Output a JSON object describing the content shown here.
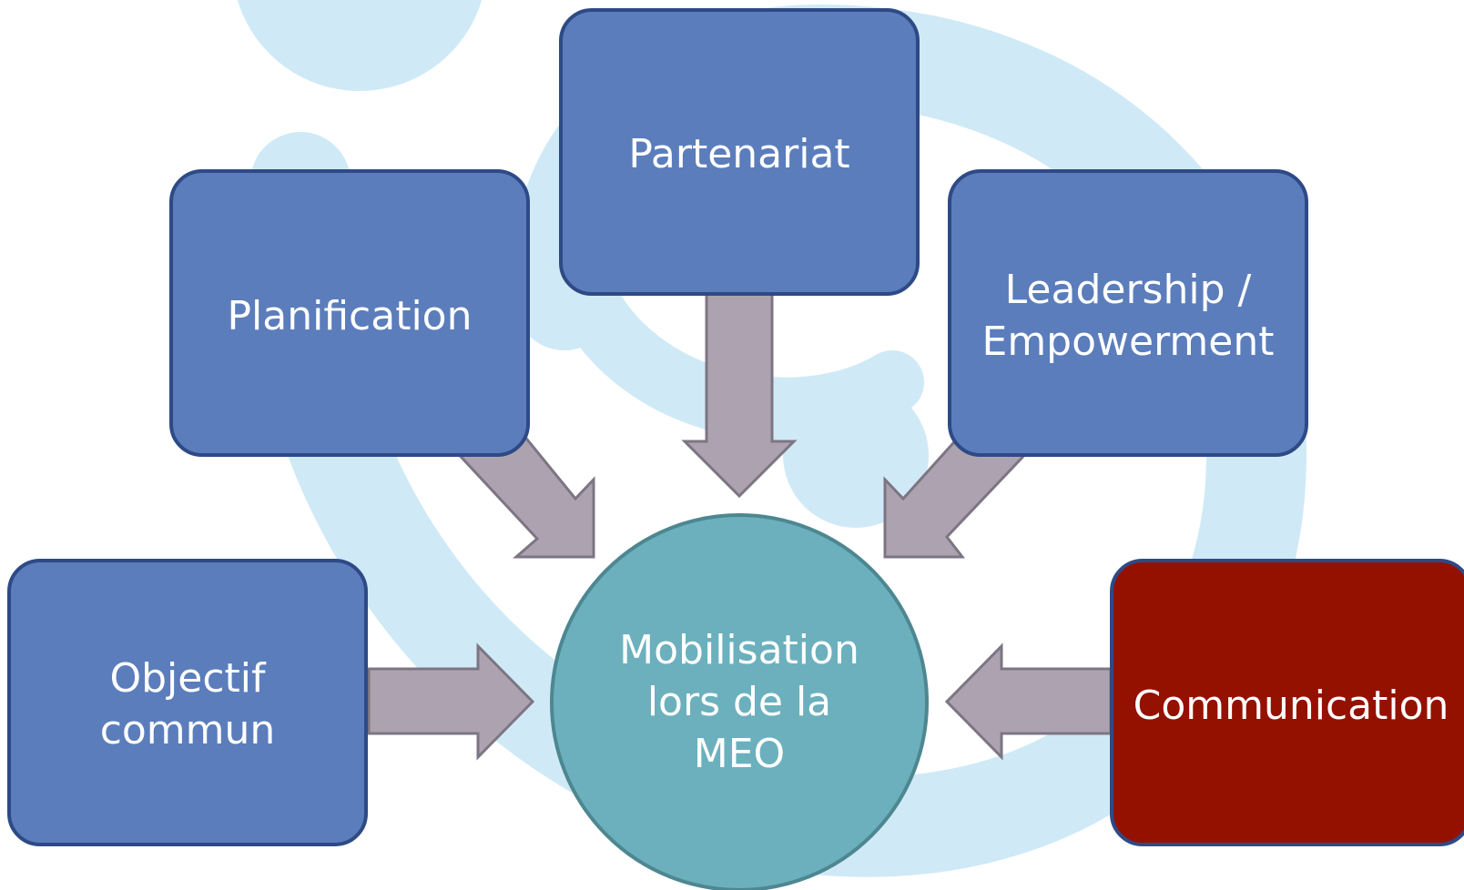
{
  "nodes": {
    "center": {
      "lines": [
        "Mobilisation",
        "lors de la",
        "MEO"
      ]
    },
    "partenariat": {
      "lines": [
        "Partenariat"
      ]
    },
    "planification": {
      "lines": [
        "Planification"
      ]
    },
    "leadership": {
      "lines": [
        "Leadership /",
        "Empowerment"
      ]
    },
    "objectif": {
      "lines": [
        "Objectif",
        "commun"
      ]
    },
    "communication": {
      "lines": [
        "Communication"
      ]
    }
  },
  "colors": {
    "box_blue": "#5b7dbb",
    "box_red": "#941100",
    "circle_teal": "#6cb0bd",
    "arrow_fill": "#ada3b0",
    "background_swirl": "#cfeaf6"
  }
}
